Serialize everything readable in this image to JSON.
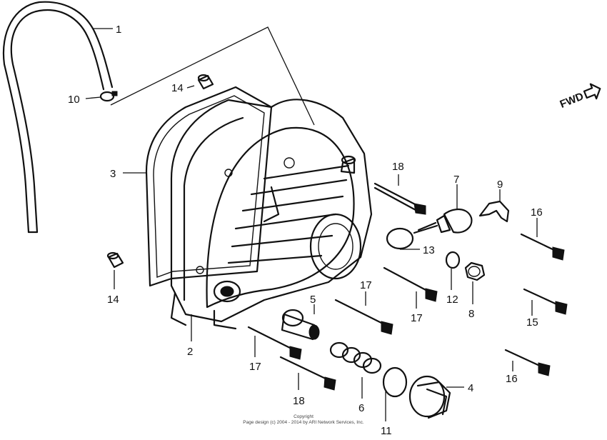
{
  "direction_label": "FWD",
  "callouts": {
    "c1": "1",
    "c2": "2",
    "c3": "3",
    "c4": "4",
    "c5": "5",
    "c6": "6",
    "c7": "7",
    "c8": "8",
    "c9": "9",
    "c10": "10",
    "c11": "11",
    "c12": "12",
    "c13": "13",
    "c14a": "14",
    "c14b": "14",
    "c15": "15",
    "c16a": "16",
    "c16b": "16",
    "c17a": "17",
    "c17b": "17",
    "c17c": "17",
    "c18a": "18",
    "c18b": "18"
  },
  "copyright": {
    "line1": "Copyright",
    "line2": "Page design (c) 2004 - 2014 by ARI Network Services, Inc."
  }
}
